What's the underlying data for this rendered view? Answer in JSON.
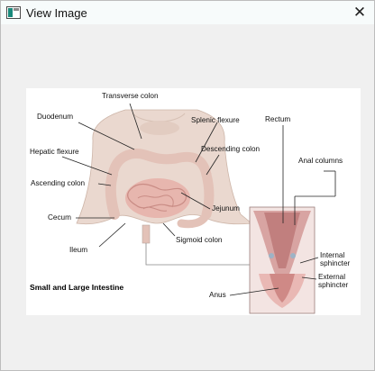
{
  "window": {
    "title": "View Image",
    "icon": "image-viewer-icon",
    "close_icon": "close-icon"
  },
  "image": {
    "caption": "Small and Large Intestine",
    "labels": {
      "transverse_colon": "Transverse colon",
      "duodenum": "Duodenum",
      "splenic_flexure": "Splenic flexure",
      "rectum": "Rectum",
      "hepatic_flexure": "Hepatic flexure",
      "descending_colon": "Descending colon",
      "anal_columns": "Anal columns",
      "ascending_colon": "Ascending colon",
      "jejunum": "Jejunum",
      "cecum": "Cecum",
      "sigmoid_colon": "Sigmoid colon",
      "ileum": "Ileum",
      "internal_sphincter": "Internal sphincter",
      "external_sphincter": "External sphincter",
      "anus": "Anus"
    }
  }
}
